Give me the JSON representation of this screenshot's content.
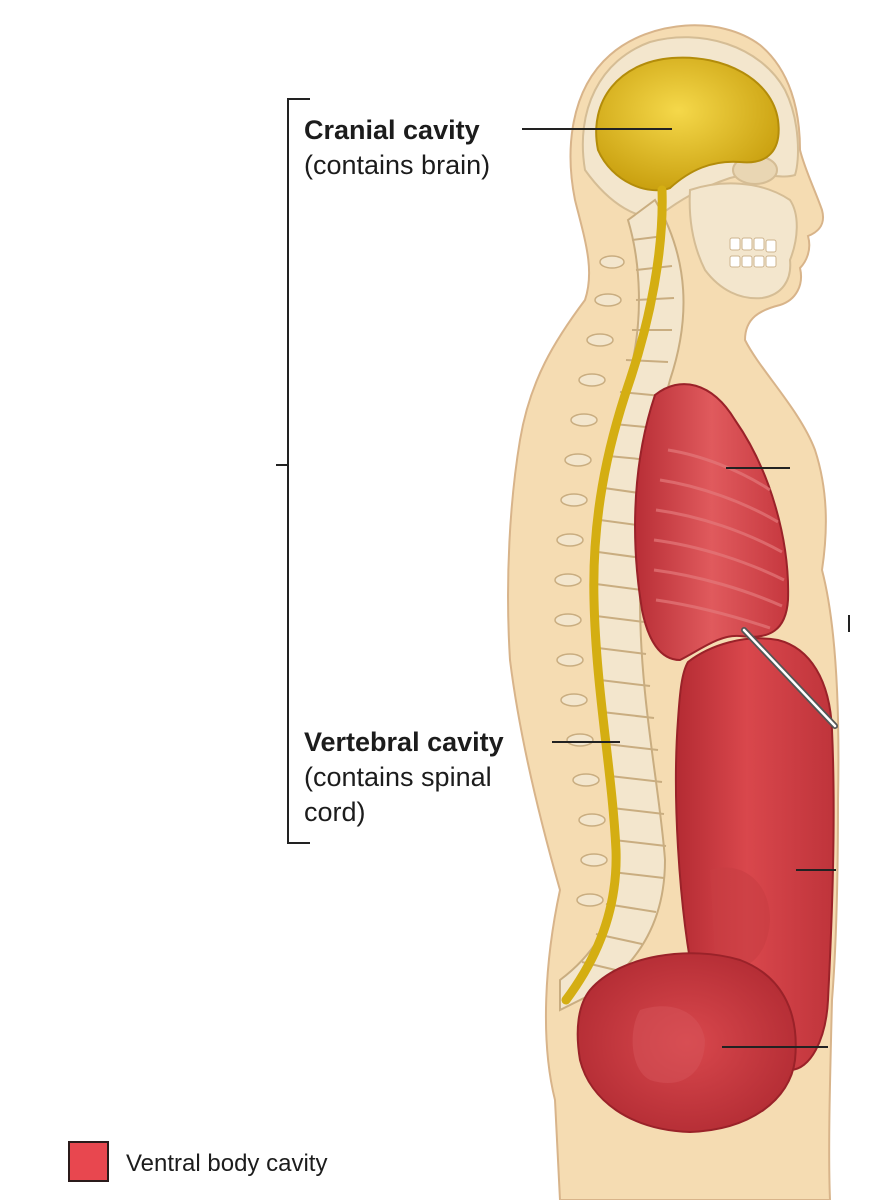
{
  "labels": {
    "cranial_title": "Cranial cavity",
    "cranial_sub": "(contains brain)",
    "vertebral_title": "Vertebral cavity",
    "vertebral_sub1": "(contains spinal",
    "vertebral_sub2": "cord)"
  },
  "legend": {
    "label": "Ventral body cavity",
    "color": "#e8474f"
  },
  "colors": {
    "skin": "#f5dcb2",
    "bone": "#f3e6cd",
    "brain": "#e3bd1a",
    "cord": "#d4ae12",
    "ventral": "#c8373e",
    "ventral_light": "#e05a5d"
  }
}
